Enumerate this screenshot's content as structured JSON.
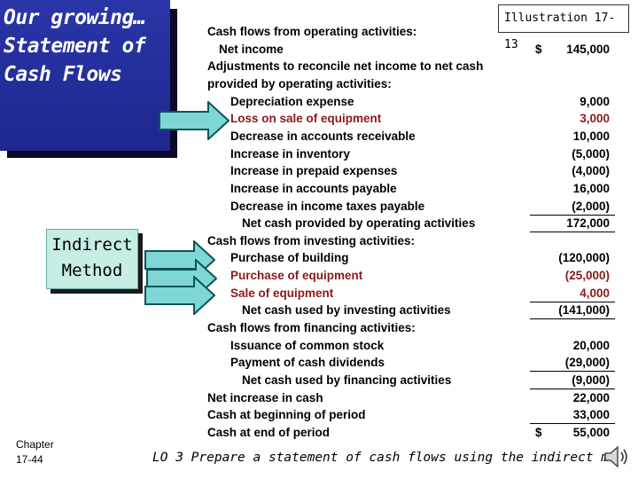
{
  "title": {
    "lines": [
      "Our growing…",
      "Statement of",
      "Cash Flows"
    ]
  },
  "illustration_label": "Illustration 17-13",
  "method_label": {
    "lines": [
      "Indirect",
      "Method"
    ]
  },
  "statement": {
    "rows": [
      {
        "label": "Cash flows from operating activities:",
        "amount": "",
        "dollar": "",
        "indent": 0,
        "highlight": false,
        "underline": false
      },
      {
        "label": "Net income",
        "amount": "145,000",
        "dollar": "$",
        "indent": 1,
        "highlight": false,
        "underline": false
      },
      {
        "label": "Adjustments to reconcile net income to net cash",
        "amount": "",
        "dollar": "",
        "indent": 0,
        "highlight": false,
        "underline": false
      },
      {
        "label": "provided by operating activities:",
        "amount": "",
        "dollar": "",
        "indent": 0,
        "highlight": false,
        "underline": false
      },
      {
        "label": "Depreciation expense",
        "amount": "9,000",
        "dollar": "",
        "indent": 2,
        "highlight": false,
        "underline": false
      },
      {
        "label": "Loss on sale of equipment",
        "amount": "3,000",
        "dollar": "",
        "indent": 2,
        "highlight": true,
        "underline": false
      },
      {
        "label": "Decrease in accounts receivable",
        "amount": "10,000",
        "dollar": "",
        "indent": 2,
        "highlight": false,
        "underline": false
      },
      {
        "label": "Increase in inventory",
        "amount": "(5,000)",
        "dollar": "",
        "indent": 2,
        "highlight": false,
        "underline": false
      },
      {
        "label": "Increase in prepaid expenses",
        "amount": "(4,000)",
        "dollar": "",
        "indent": 2,
        "highlight": false,
        "underline": false
      },
      {
        "label": "Increase in accounts payable",
        "amount": "16,000",
        "dollar": "",
        "indent": 2,
        "highlight": false,
        "underline": false
      },
      {
        "label": "Decrease in income taxes payable",
        "amount": "(2,000)",
        "dollar": "",
        "indent": 2,
        "highlight": false,
        "underline": true
      },
      {
        "label": "Net cash provided by operating activities",
        "amount": "172,000",
        "dollar": "",
        "indent": 3,
        "highlight": false,
        "underline": true
      },
      {
        "label": "Cash flows from investing activities:",
        "amount": "",
        "dollar": "",
        "indent": 0,
        "highlight": false,
        "underline": false
      },
      {
        "label": "Purchase of building",
        "amount": "(120,000)",
        "dollar": "",
        "indent": 2,
        "highlight": false,
        "underline": false
      },
      {
        "label": "Purchase of equipment",
        "amount": "(25,000)",
        "dollar": "",
        "indent": 2,
        "highlight": true,
        "underline": false
      },
      {
        "label": "Sale of equipment",
        "amount": "4,000",
        "dollar": "",
        "indent": 2,
        "highlight": true,
        "underline": true
      },
      {
        "label": "Net cash used by investing activities",
        "amount": "(141,000)",
        "dollar": "",
        "indent": 3,
        "highlight": false,
        "underline": true
      },
      {
        "label": "Cash flows from financing activities:",
        "amount": "",
        "dollar": "",
        "indent": 0,
        "highlight": false,
        "underline": false
      },
      {
        "label": "Issuance of common stock",
        "amount": "20,000",
        "dollar": "",
        "indent": 2,
        "highlight": false,
        "underline": false
      },
      {
        "label": "Payment of cash dividends",
        "amount": "(29,000)",
        "dollar": "",
        "indent": 2,
        "highlight": false,
        "underline": true
      },
      {
        "label": "Net cash used by financing activities",
        "amount": "(9,000)",
        "dollar": "",
        "indent": 3,
        "highlight": false,
        "underline": true
      },
      {
        "label": "Net increase in cash",
        "amount": "22,000",
        "dollar": "",
        "indent": 0,
        "highlight": false,
        "underline": false
      },
      {
        "label": "Cash at beginning of period",
        "amount": "33,000",
        "dollar": "",
        "indent": 0,
        "highlight": false,
        "underline": true
      },
      {
        "label": "Cash at end of period",
        "amount": "55,000",
        "dollar": "$",
        "indent": 0,
        "highlight": false,
        "underline": false
      }
    ]
  },
  "chapter_label": {
    "lines": [
      "Chapter",
      "17-44"
    ]
  },
  "lo_text": "LO 3  Prepare a statement of cash flows using the indirect method.",
  "colors": {
    "title_bg": "#1d2790",
    "title_text": "#ffffff",
    "method_bg": "#c6ede6",
    "highlight_text": "#8b1a1a",
    "arrow_fill": "#7fd6d6",
    "arrow_stroke": "#0d5555",
    "normal_text": "#000000"
  },
  "icons": {
    "speaker": "speaker-icon",
    "arrow": "arrow-right-icon"
  }
}
